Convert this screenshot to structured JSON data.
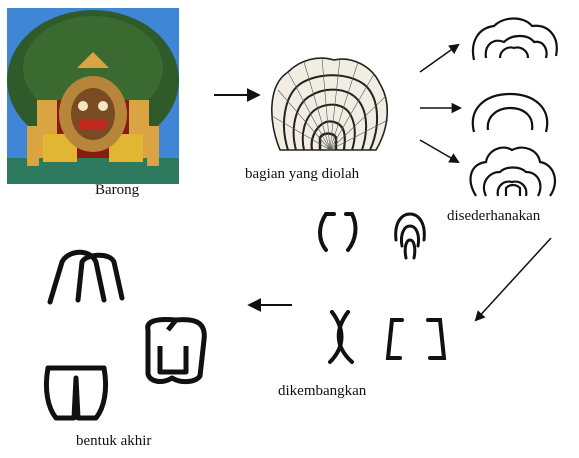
{
  "labels": {
    "barong": "Barong",
    "processed_part": "bagian yang diolah",
    "simplified": "disederhanakan",
    "developed": "dikembangkan",
    "final_form": "bentuk akhir"
  },
  "colors": {
    "sky": "#3f86d6",
    "foliage": "#2f5a2a",
    "mask_red": "#c0281e",
    "mask_gold": "#d9a441",
    "ink": "#111111"
  }
}
